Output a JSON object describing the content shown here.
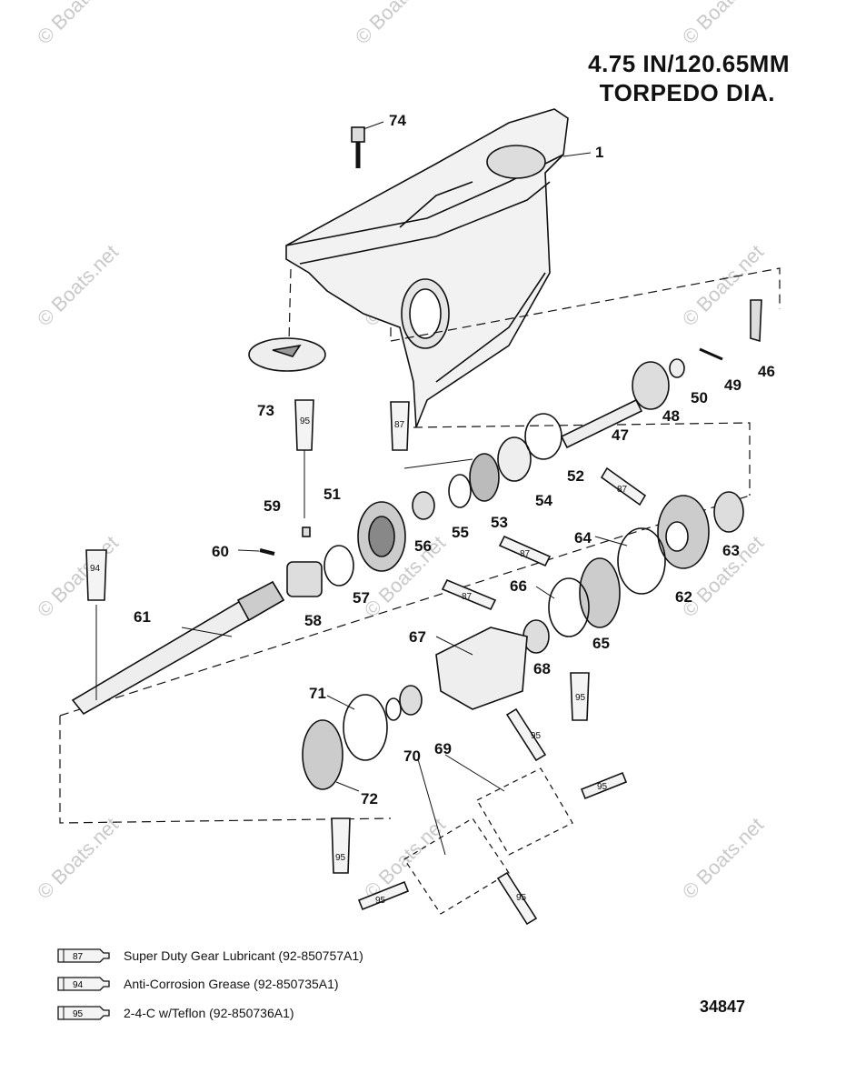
{
  "header": {
    "title_line1": "4.75 IN/120.65MM",
    "title_line2": "TORPEDO DIA."
  },
  "watermark": "© Boats.net",
  "parts": [
    "1",
    "46",
    "47",
    "48",
    "49",
    "50",
    "51",
    "52",
    "53",
    "54",
    "55",
    "56",
    "57",
    "58",
    "59",
    "60",
    "61",
    "62",
    "63",
    "64",
    "65",
    "66",
    "67",
    "68",
    "69",
    "70",
    "71",
    "72",
    "73",
    "74"
  ],
  "tube_labels": [
    "87",
    "94",
    "95"
  ],
  "legend": [
    {
      "code": "87",
      "text": "Super Duty Gear Lubricant (92-850757A1)"
    },
    {
      "code": "94",
      "text": "Anti-Corrosion Grease (92-850735A1)"
    },
    {
      "code": "95",
      "text": "2-4-C w/Teflon (92-850736A1)"
    }
  ],
  "drawing_number": "34847"
}
